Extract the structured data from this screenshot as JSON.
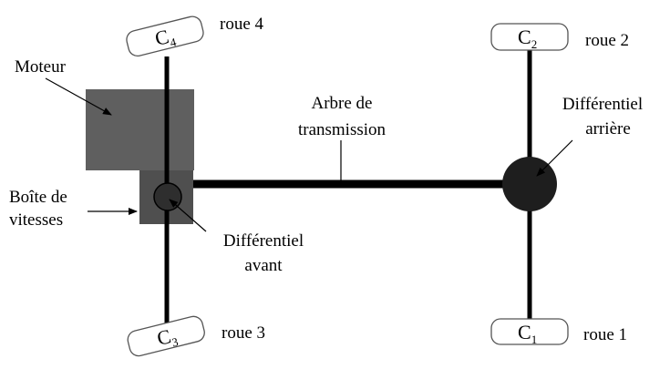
{
  "colors": {
    "background": "#ffffff",
    "engine_block": "#5f5f5f",
    "gearbox_block": "#4f4f4f",
    "front_differential": "#2e2e2e",
    "rear_differential": "#1e1e1e",
    "shaft": "#000000",
    "wheel_fill": "#ffffff",
    "wheel_stroke": "#555555"
  },
  "labels": {
    "engine": "Moteur",
    "gearbox": [
      "Boîte de",
      "vitesses"
    ],
    "drive_shaft": [
      "Arbre de",
      "transmission"
    ],
    "rear_differential": [
      "Différentiel",
      "arrière"
    ],
    "front_differential": [
      "Différentiel",
      "avant"
    ]
  },
  "wheels": {
    "c1": {
      "letter": "C",
      "index": "1",
      "name": "roue 1"
    },
    "c2": {
      "letter": "C",
      "index": "2",
      "name": "roue 2"
    },
    "c3": {
      "letter": "C",
      "index": "3",
      "name": "roue 3"
    },
    "c4": {
      "letter": "C",
      "index": "4",
      "name": "roue 4"
    }
  }
}
